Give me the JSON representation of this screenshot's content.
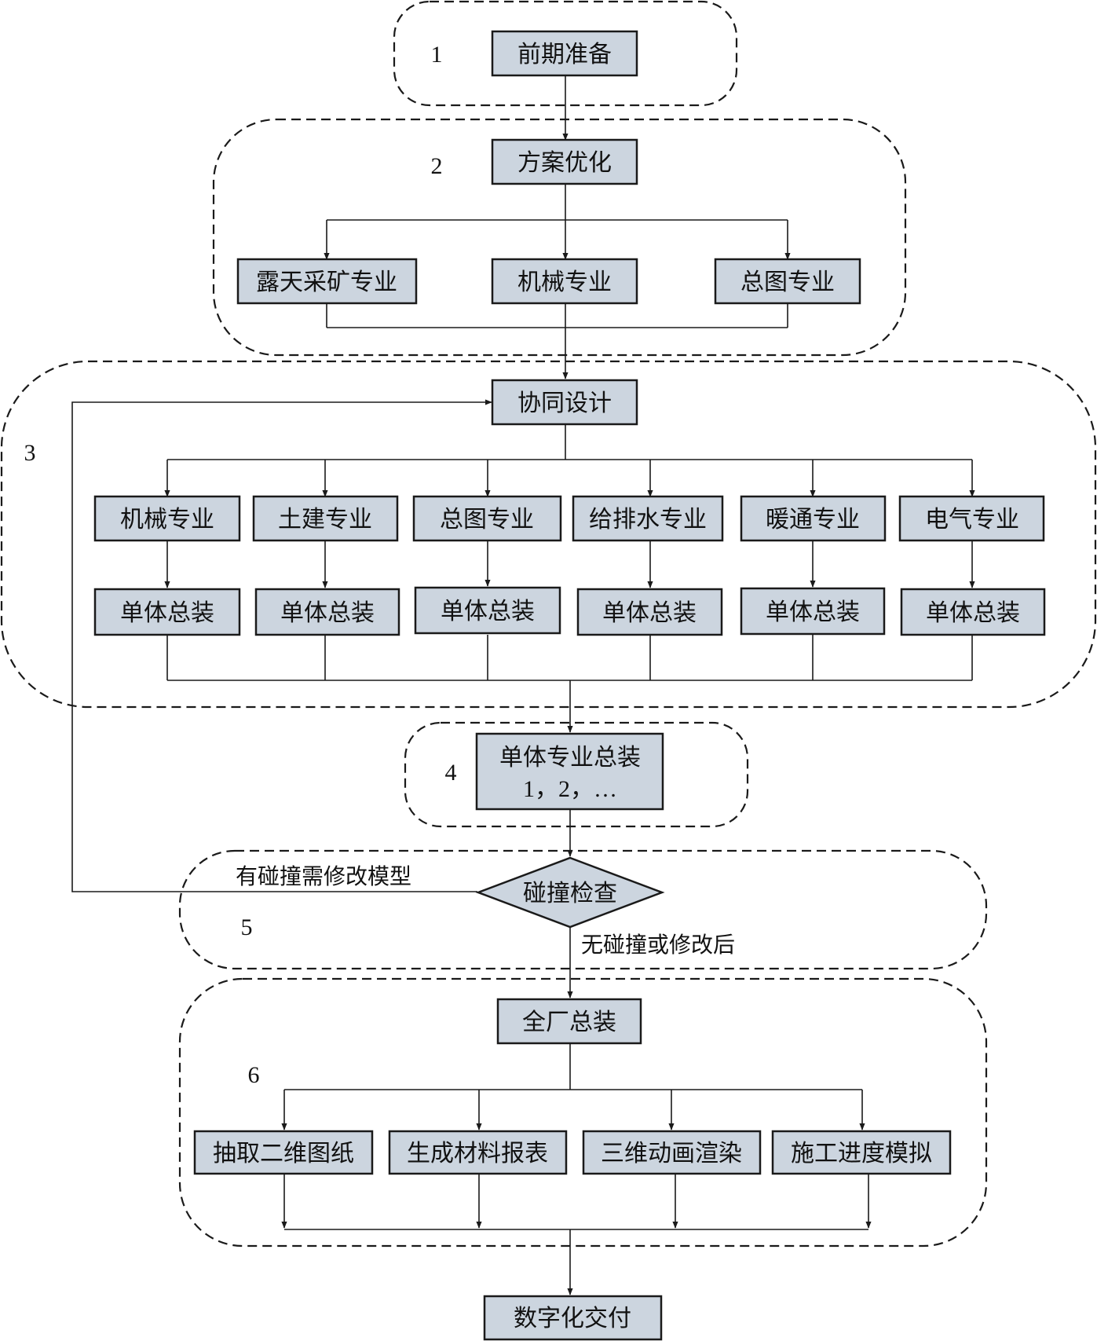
{
  "groups": [
    "1",
    "2",
    "3",
    "4",
    "5",
    "6"
  ],
  "nodes": {
    "prep": "前期准备",
    "scheme": "方案优化",
    "mining": "露天采矿专业",
    "mech1": "机械专业",
    "general1": "总图专业",
    "collab": "协同设计",
    "disciplines": [
      "机械专业",
      "土建专业",
      "总图专业",
      "给排水专业",
      "暖通专业",
      "电气专业"
    ],
    "unit_assembly": [
      "单体总装",
      "单体总装",
      "单体总装",
      "单体总装",
      "单体总装",
      "单体总装"
    ],
    "single_total_line1": "单体专业总装",
    "single_total_line2": "1，2，…",
    "clash": "碰撞检查",
    "plant": "全厂总装",
    "outputs": [
      "抽取二维图纸",
      "生成材料报表",
      "三维动画渲染",
      "施工进度模拟"
    ],
    "delivery": "数字化交付"
  },
  "edge_labels": {
    "clash_yes": "有碰撞需修改模型",
    "clash_no": "无碰撞或修改后"
  }
}
